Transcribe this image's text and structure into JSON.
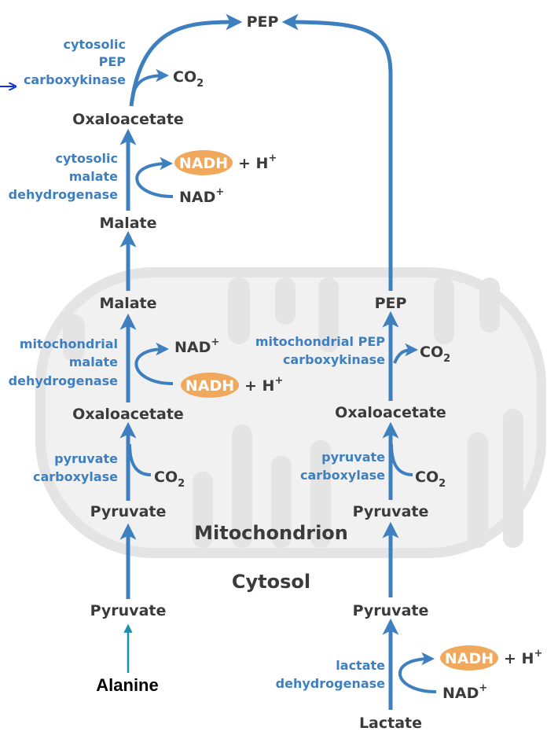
{
  "colors": {
    "arrow": "#3e7fc0",
    "enzyme_text": "#3f7fbf",
    "metabolite_text": "#3b3b3b",
    "nadh_fill": "#f0a85c",
    "mito_outer": "#e3e3e3",
    "mito_inner": "#f1f1f1",
    "alanine_arrow": "#1e8fb0"
  },
  "compartments": {
    "mitochondrion": "Mitochondrion",
    "cytosol": "Cytosol"
  },
  "metabolites": {
    "pep_top": "PEP",
    "oaa_cyto": "Oxaloacetate",
    "malate_cyto": "Malate",
    "malate_mito": "Malate",
    "oaa_mito_left": "Oxaloacetate",
    "pyr_mito_left": "Pyruvate",
    "pyr_cyto_left": "Pyruvate",
    "alanine": "Alanine",
    "pep_mito": "PEP",
    "oaa_mito_right": "Oxaloacetate",
    "pyr_mito_right": "Pyruvate",
    "pyr_cyto_right": "Pyruvate",
    "lactate": "Lactate"
  },
  "enzymes": {
    "cyto_pepck": [
      "cytosolic",
      "PEP",
      "carboxykinase"
    ],
    "cyto_mdh": [
      "cytosolic",
      "malate",
      "dehydrogenase"
    ],
    "mito_mdh": [
      "mitochondrial",
      "malate",
      "dehydrogenase"
    ],
    "pc_left": [
      "pyruvate",
      "carboxylase"
    ],
    "mito_pepck": [
      "mitochondrial PEP",
      "carboxykinase"
    ],
    "pc_right": [
      "pyruvate",
      "carboxylase"
    ],
    "ldh": [
      "lactate",
      "dehydrogenase"
    ]
  },
  "cofactors": {
    "co2": "CO",
    "co2_sub": "2",
    "nadh": "NADH",
    "h_plus": "+ H",
    "plus_sup": "+",
    "nad": "NAD"
  },
  "icons": [
    "arrow-icon",
    "curved-arrow-icon"
  ]
}
